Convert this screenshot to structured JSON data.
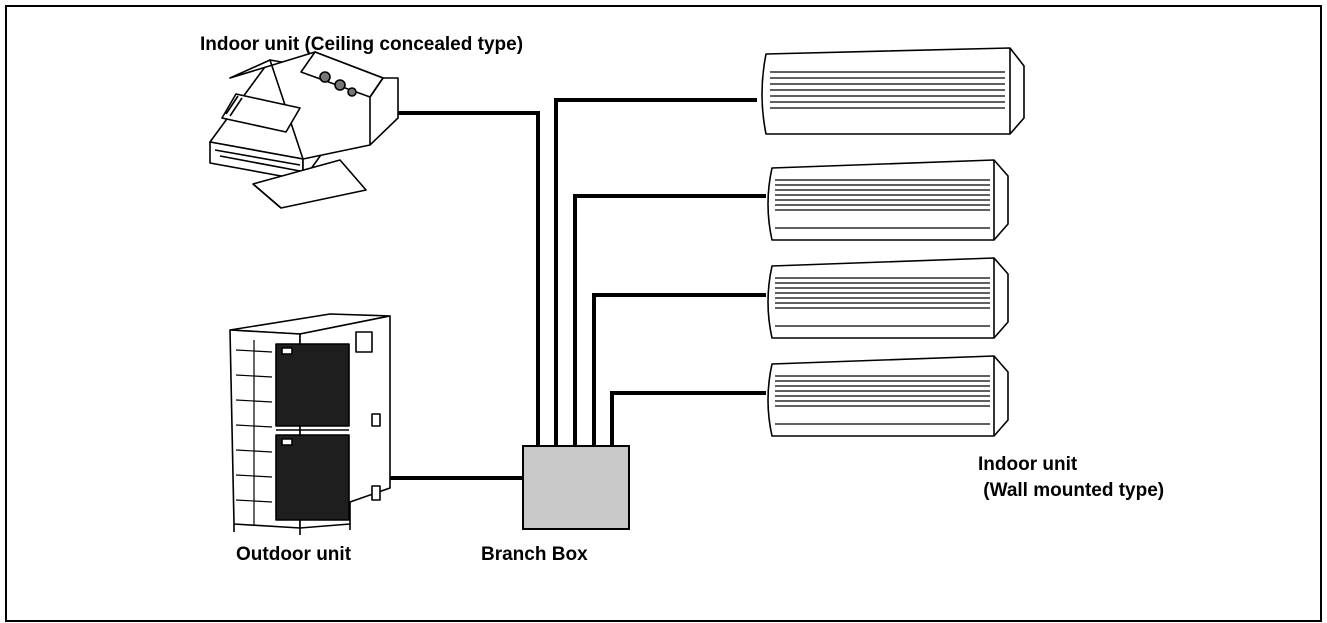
{
  "labels": {
    "ceiling_unit": "Indoor unit (Ceiling concealed type)",
    "outdoor_unit": "Outdoor unit",
    "branch_box": "Branch Box",
    "wall_unit_line1": "Indoor unit",
    "wall_unit_line2": " (Wall mounted type)"
  },
  "colors": {
    "line": "#000000",
    "branch_box_fill": "#c8c8c8",
    "unit_fill": "#ffffff",
    "grille_fill": "#1e1e1e"
  },
  "icons": [
    "ceiling-concealed-indoor-unit-icon",
    "outdoor-unit-icon",
    "branch-box-icon",
    "wall-mounted-indoor-unit-icon"
  ]
}
